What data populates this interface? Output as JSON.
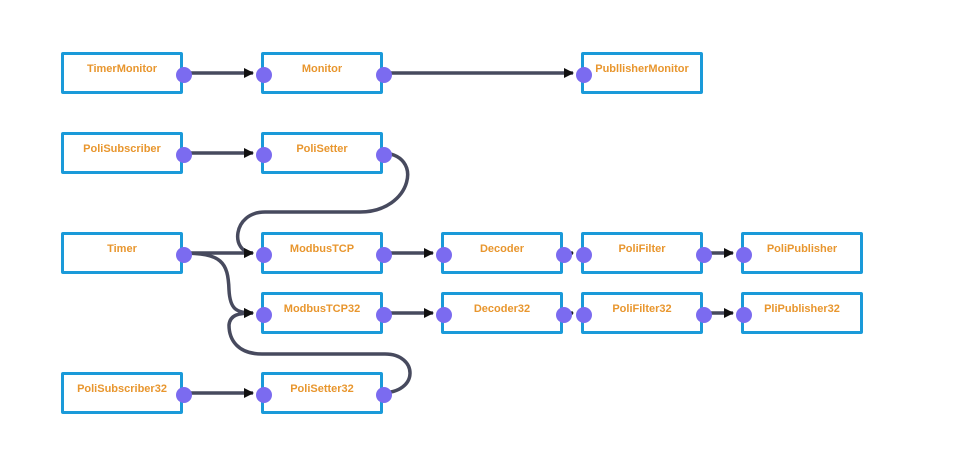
{
  "nodes": {
    "timer_monitor": "TimerMonitor",
    "monitor": "Monitor",
    "publisher_monitor": "PubllisherMonitor",
    "poli_subscriber": "PoliSubscriber",
    "poli_setter": "PoliSetter",
    "timer": "Timer",
    "modbus_tcp": "ModbusTCP",
    "decoder": "Decoder",
    "poli_filter": "PoliFilter",
    "poli_publisher": "PoliPublisher",
    "modbus_tcp32": "ModbusTCP32",
    "decoder32": "Decoder32",
    "poli_filter32": "PoliFilter32",
    "pli_publisher32": "PliPublisher32",
    "poli_subscriber32": "PoliSubscriber32",
    "poli_setter32": "PoliSetter32"
  },
  "connections": [
    {
      "from": "timer_monitor",
      "to": "monitor"
    },
    {
      "from": "monitor",
      "to": "publisher_monitor"
    },
    {
      "from": "poli_subscriber",
      "to": "poli_setter"
    },
    {
      "from": "poli_setter",
      "to": "modbus_tcp"
    },
    {
      "from": "timer",
      "to": "modbus_tcp"
    },
    {
      "from": "timer",
      "to": "modbus_tcp32"
    },
    {
      "from": "modbus_tcp",
      "to": "decoder"
    },
    {
      "from": "decoder",
      "to": "poli_filter"
    },
    {
      "from": "poli_filter",
      "to": "poli_publisher"
    },
    {
      "from": "modbus_tcp32",
      "to": "decoder32"
    },
    {
      "from": "decoder32",
      "to": "poli_filter32"
    },
    {
      "from": "poli_filter32",
      "to": "pli_publisher32"
    },
    {
      "from": "poli_subscriber32",
      "to": "poli_setter32"
    },
    {
      "from": "poli_setter32",
      "to": "modbus_tcp32"
    }
  ],
  "colors": {
    "node_border": "#1a9ad9",
    "node_text": "#e8962e",
    "port": "#7b6bf0",
    "wire": "#474a5e",
    "arrow": "#111111"
  }
}
